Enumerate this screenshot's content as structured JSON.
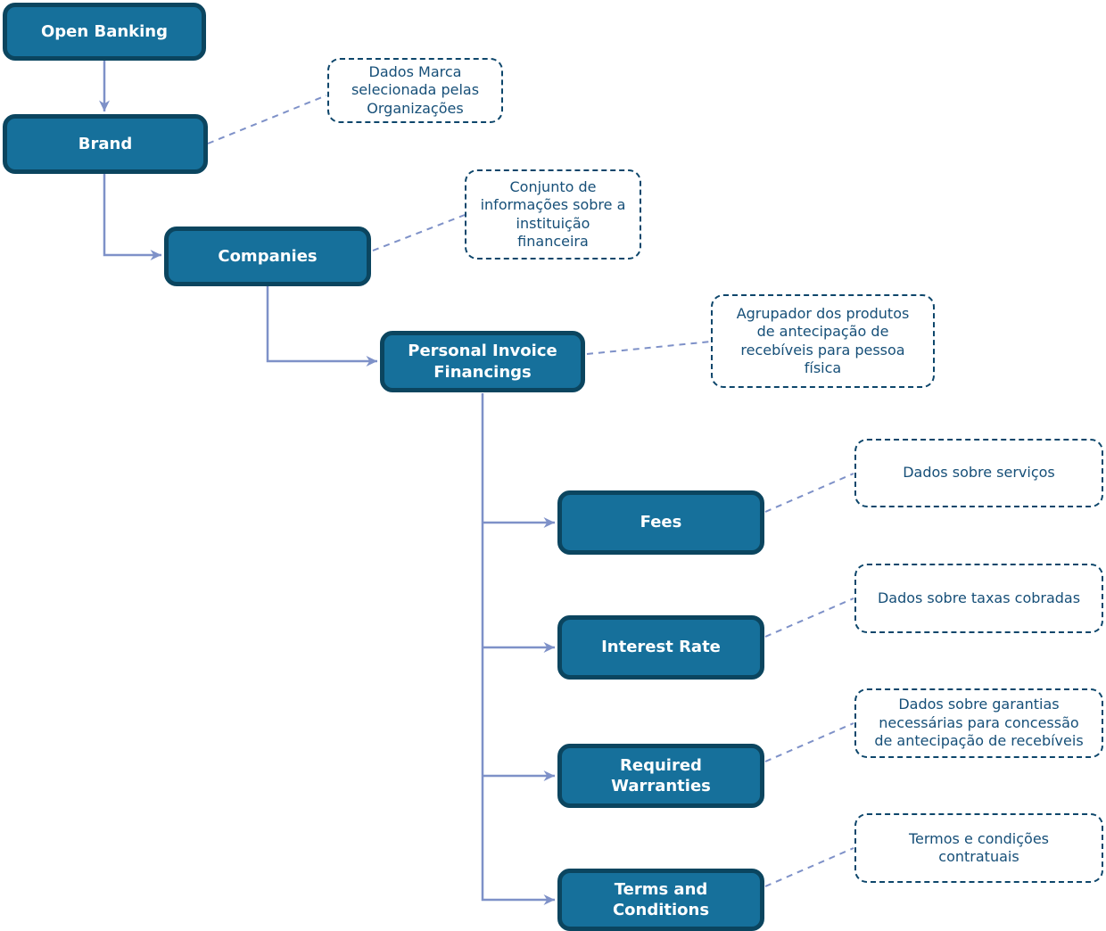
{
  "colors": {
    "node_fill": "#16709b",
    "node_border": "#0b455f",
    "node_text": "#ffffff",
    "note_border": "#0d466b",
    "note_text": "#164f78",
    "connector": "#7e91c8"
  },
  "nodes": [
    {
      "id": "open-banking",
      "label": "Open Banking"
    },
    {
      "id": "brand",
      "label": "Brand"
    },
    {
      "id": "companies",
      "label": "Companies"
    },
    {
      "id": "personal-invoice-financings",
      "label": "Personal Invoice Financings"
    },
    {
      "id": "fees",
      "label": "Fees"
    },
    {
      "id": "interest-rate",
      "label": "Interest Rate"
    },
    {
      "id": "required-warranties",
      "label": "Required Warranties"
    },
    {
      "id": "terms-and-conditions",
      "label": "Terms and Conditions"
    }
  ],
  "annotations": [
    {
      "for": "brand",
      "text": "Dados Marca\nselecionada pelas\nOrganizações"
    },
    {
      "for": "companies",
      "text": "Conjunto de\ninformações sobre a\ninstituição\nfinanceira"
    },
    {
      "for": "personal-invoice-financings",
      "text": "Agrupador dos produtos\nde antecipação de\nrecebíveis para pessoa\nfísica"
    },
    {
      "for": "fees",
      "text": "Dados sobre serviços"
    },
    {
      "for": "interest-rate",
      "text": "Dados sobre taxas cobradas"
    },
    {
      "for": "required-warranties",
      "text": "Dados sobre garantias\nnecessárias para concessão\nde antecipação de recebíveis"
    },
    {
      "for": "terms-and-conditions",
      "text": "Termos e condições\ncontratuais"
    }
  ]
}
